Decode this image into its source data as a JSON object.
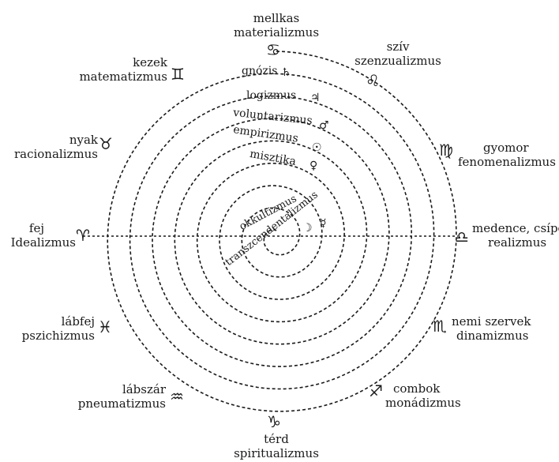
{
  "signs": [
    {
      "body": "mellkas",
      "philosophy": "materializmus",
      "symbol": "♋"
    },
    {
      "body": "szív",
      "philosophy": "szenzualizmus",
      "symbol": "♌"
    },
    {
      "body": "gyomor",
      "philosophy": "fenomenalizmus",
      "symbol": "♍"
    },
    {
      "body": "medence, csípő",
      "philosophy": "realizmus",
      "symbol": "♎"
    },
    {
      "body": "nemi szervek",
      "philosophy": "dinamizmus",
      "symbol": "♏"
    },
    {
      "body": "combok",
      "philosophy": "monádizmus",
      "symbol": "♐"
    },
    {
      "body": "térd",
      "philosophy": "spiritualizmus",
      "symbol": "♑"
    },
    {
      "body": "lábszár",
      "philosophy": "pneumatizmus",
      "symbol": "♒"
    },
    {
      "body": "lábfej",
      "philosophy": "pszichizmus",
      "symbol": "♓"
    },
    {
      "body": "fej",
      "philosophy": "Idealizmus",
      "symbol": "♈"
    },
    {
      "body": "nyak",
      "philosophy": "racionalizmus",
      "symbol": "♉"
    },
    {
      "body": "kezek",
      "philosophy": "matematizmus",
      "symbol": "♊"
    }
  ],
  "inner": [
    {
      "label": "gnózis",
      "symbol": "♄"
    },
    {
      "label": "logizmus",
      "symbol": "♃"
    },
    {
      "label": "voluntarizmus",
      "symbol": "♂"
    },
    {
      "label": "empirizmus",
      "symbol": "☉"
    },
    {
      "label": "misztika",
      "symbol": "♀"
    },
    {
      "label": "transzcendentalizmus",
      "symbol": "☿"
    },
    {
      "label": "okkultizmus",
      "symbol": "☽"
    }
  ]
}
